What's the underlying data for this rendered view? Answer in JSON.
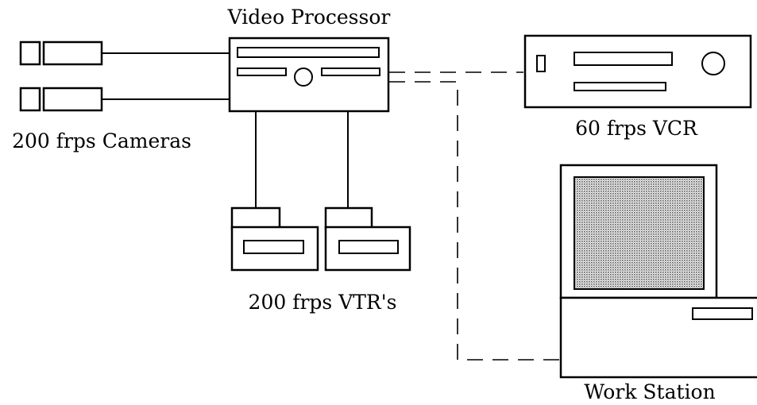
{
  "labels": {
    "video_processor": "Video Processor",
    "cameras": "200 frps Cameras",
    "vcr": "60 frps VCR",
    "vtrs": "200 frps VTR's",
    "work_station": "Work Station"
  },
  "colors": {
    "ink": "#000000",
    "background": "#ffffff",
    "screen": "#c8c8c8"
  }
}
